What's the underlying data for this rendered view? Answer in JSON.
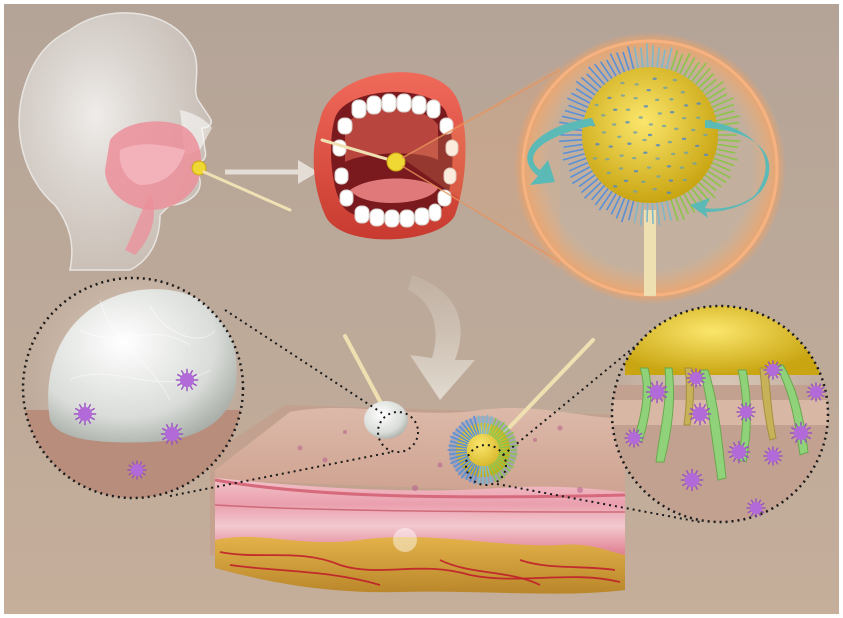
{
  "figure": {
    "background_top": "#b6a79a",
    "background_bottom": "#c3ad9a",
    "frame_color": "#ffffff"
  },
  "panels": [
    {
      "id": "head",
      "icon": "human-head-icon",
      "depicts": "transparent-head-with-swab"
    },
    {
      "id": "mouth",
      "icon": "open-mouth-icon",
      "depicts": "open-mouth-with-swab"
    },
    {
      "id": "swab-magnified",
      "icon": "brush-swab-icon",
      "depicts": "rotating-brush-swab"
    },
    {
      "id": "cotton-magnified",
      "icon": "cotton-swab-icon",
      "depicts": "cotton-swab-tip"
    },
    {
      "id": "needle-magnified",
      "icon": "microneedle-icon",
      "depicts": "microneedles-penetrating"
    },
    {
      "id": "tissue",
      "icon": "tissue-layers-icon",
      "depicts": "tissue-layers"
    }
  ],
  "colors": {
    "swab_core": "#e7c628",
    "bristle_blue": "#5a90d6",
    "bristle_green": "#8cc44a",
    "bacteria": "#9a4fc4",
    "tissue_surface": "#d9b2a4",
    "tissue_pink": "#e9a8b4",
    "tissue_deep": "#d77f8e",
    "fat": "#d8a63c",
    "vessel": "#c0182a",
    "rotation_arrow": "#4fb2b0",
    "glow": "#f3a769",
    "flow_arrow": "#d9d1c6",
    "swab_stick": "#f0e1b4"
  }
}
